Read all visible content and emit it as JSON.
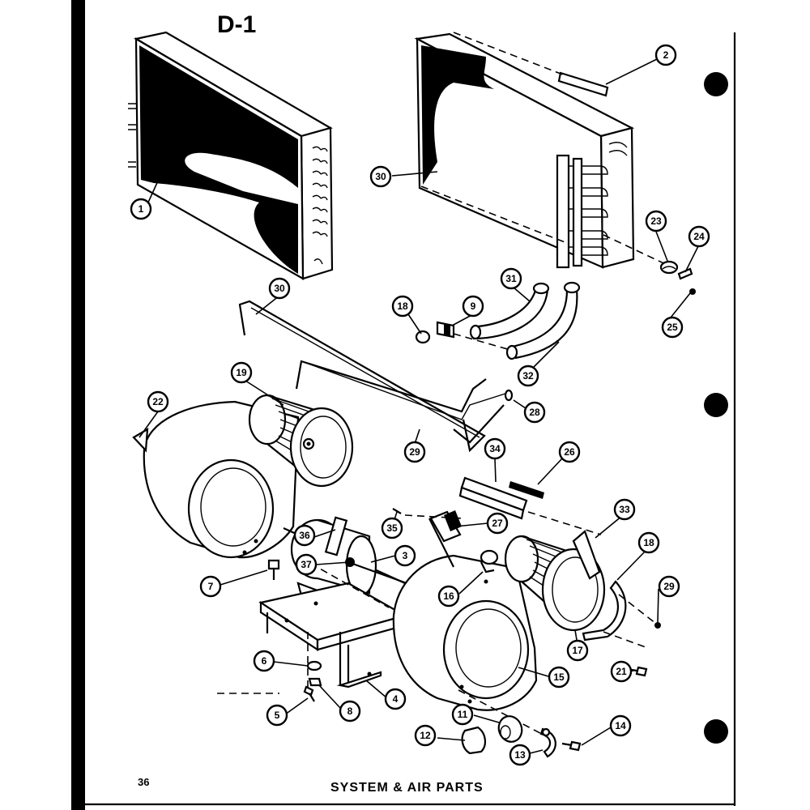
{
  "page": {
    "title": "D-1",
    "page_number": "36",
    "footer_caption": "SYSTEM & AIR PARTS"
  },
  "callouts": [
    "1",
    "2",
    "30",
    "23",
    "24",
    "25",
    "31",
    "18",
    "9",
    "32",
    "30",
    "28",
    "19",
    "22",
    "29",
    "34",
    "26",
    "33",
    "18",
    "35",
    "27",
    "36",
    "37",
    "3",
    "7",
    "16",
    "29",
    "17",
    "6",
    "21",
    "15",
    "4",
    "5",
    "8",
    "11",
    "14",
    "12",
    "13"
  ]
}
